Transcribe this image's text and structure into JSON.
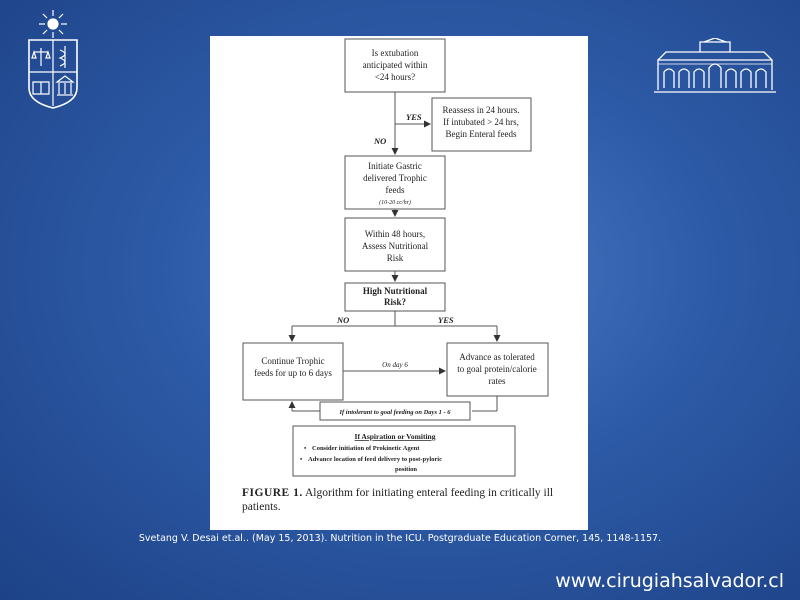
{
  "flowchart": {
    "q_extubation": [
      "Is extubation",
      "anticipated within",
      "<24 hours?"
    ],
    "yes_label": "YES",
    "reassess": [
      "Reassess in 24 hours.",
      "If intubated > 24 hrs,",
      "Begin Enteral feeds"
    ],
    "no_label": "NO",
    "initiate": [
      "Initiate Gastric",
      "delivered Trophic",
      "feeds"
    ],
    "initiate_note": "(10-20 cc/hr)",
    "assess": [
      "Within 48 hours,",
      "Assess Nutritional",
      "Risk"
    ],
    "q_risk": [
      "High Nutritional",
      "Risk?"
    ],
    "no_branch": "NO",
    "yes_branch": "YES",
    "continue": [
      "Continue Trophic",
      "feeds for up to 6 days"
    ],
    "on_day": "On day 6",
    "advance": [
      "Advance as tolerated",
      "to goal protein/calorie",
      "rates"
    ],
    "intolerant": "If intolerant to goal feeding on Days 1 - 6",
    "aspiration_title": "If Aspiration or Vomiting",
    "aspiration_items": [
      "Consider initiation of Prokinetic Agent",
      "Advance location of feed delivery to post-pyloric",
      "position"
    ]
  },
  "caption": {
    "label": "FIGURE 1.",
    "text": "Algorithm for initiating enteral feeding in critically ill patients."
  },
  "citation": "Svetang V. Desai et.al.. (May 15, 2013). Nutrition in the ICU. Postgraduate Education Corner, 145, 1148-1157.",
  "website": "www.cirugiahsalvador.cl",
  "colors": {
    "background": "#2d5aa6",
    "text": "#ffffff"
  }
}
